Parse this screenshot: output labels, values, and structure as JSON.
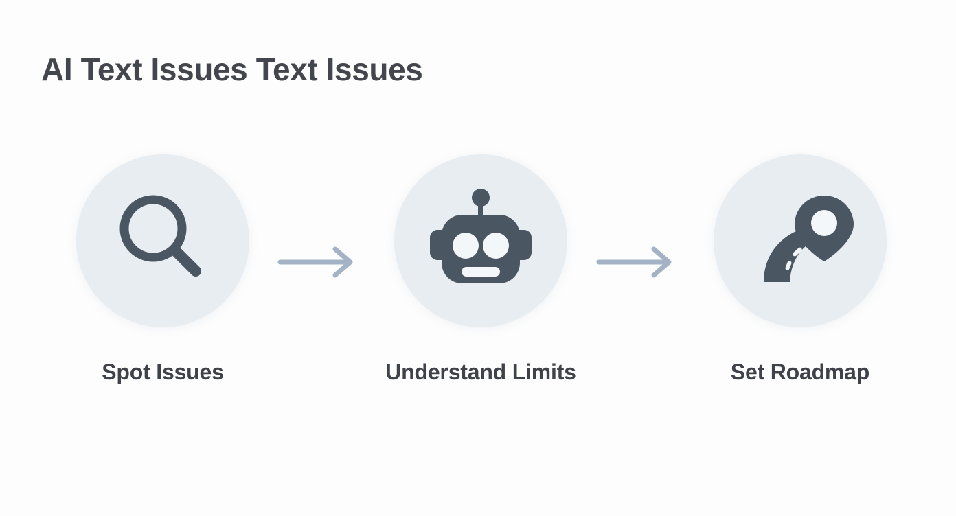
{
  "page": {
    "title": "AI Text Issues Text Issues",
    "background_color": "#fdfdfd",
    "title_color": "#43464c"
  },
  "theme": {
    "circle_fill": "#e8edf2",
    "icon_color": "#4b5663",
    "arrow_color": "#a3b2c4",
    "label_color": "#3f4248"
  },
  "flow": {
    "steps": [
      {
        "label": "Spot Issues",
        "icon": "magnifying-glass-icon"
      },
      {
        "label": "Understand Limits",
        "icon": "robot-head-icon"
      },
      {
        "label": "Set Roadmap",
        "icon": "road-map-pin-icon"
      }
    ],
    "connectors": [
      {
        "icon": "arrow-right-icon"
      },
      {
        "icon": "arrow-right-icon"
      }
    ]
  }
}
